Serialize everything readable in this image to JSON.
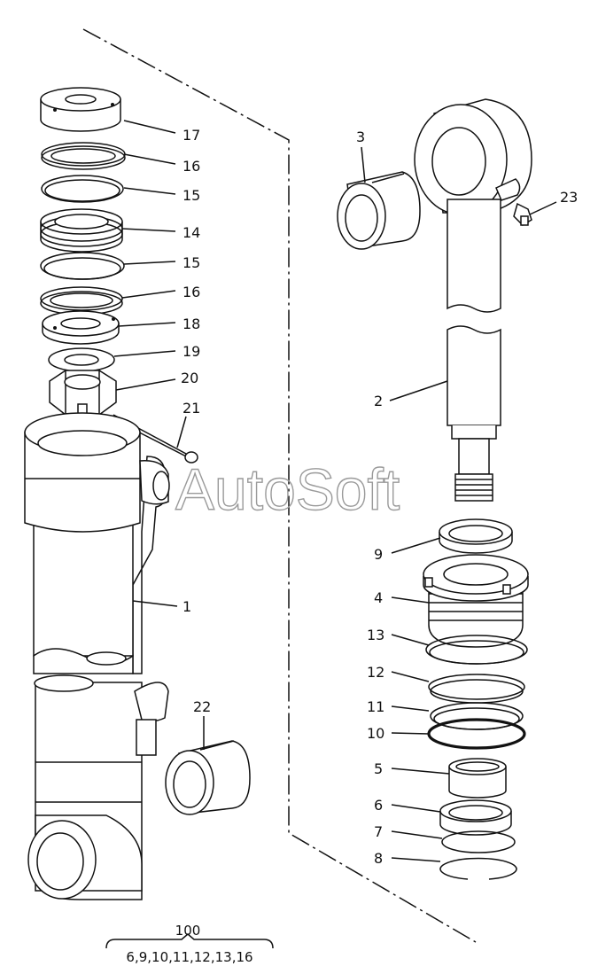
{
  "watermark": "AutoSoft",
  "callouts": [
    "17",
    "16",
    "15",
    "14",
    "15",
    "16",
    "18",
    "19",
    "20",
    "21",
    "1",
    "22",
    "3",
    "23",
    "2",
    "9",
    "4",
    "13",
    "12",
    "11",
    "10",
    "5",
    "6",
    "7",
    "8"
  ],
  "kit": {
    "number": "100",
    "contents": "6,9,10,11,12,13,16"
  }
}
